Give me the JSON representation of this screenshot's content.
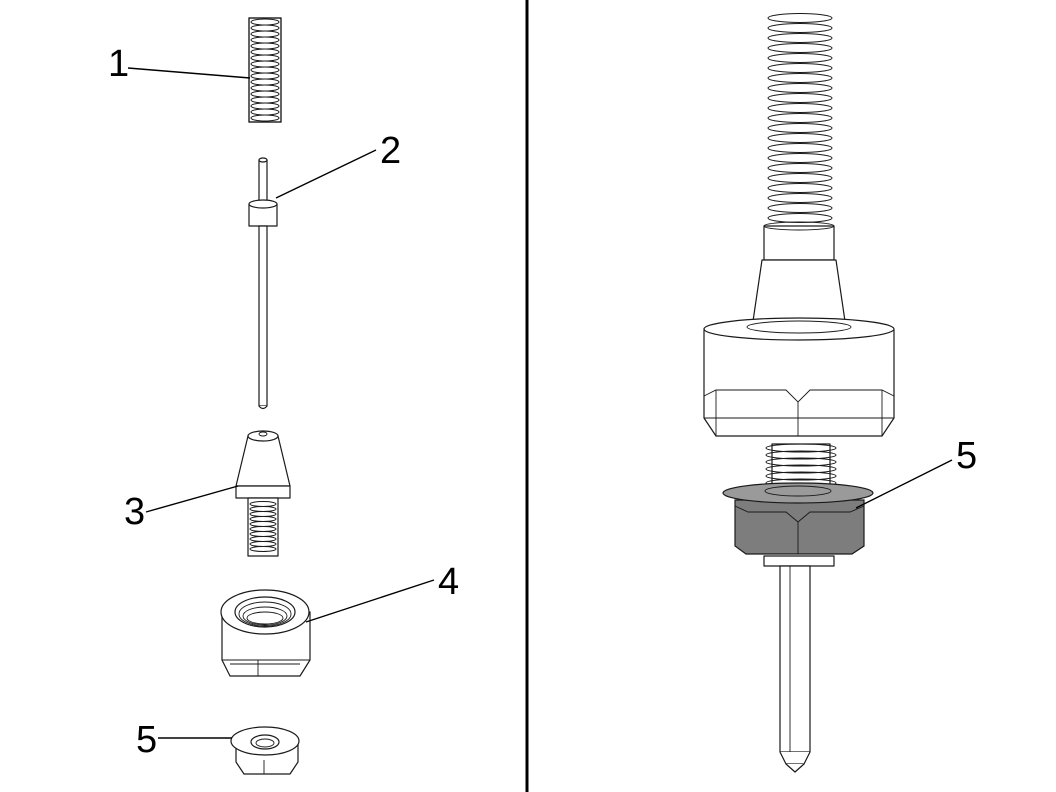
{
  "callouts": {
    "c1": "1",
    "c2": "2",
    "c3": "3",
    "c4": "4",
    "c5_left": "5",
    "c5_right": "5"
  },
  "parts": [
    {
      "id": "1",
      "icon": "compression-spring"
    },
    {
      "id": "2",
      "icon": "pin-with-collar"
    },
    {
      "id": "3",
      "icon": "tapered-threaded-body"
    },
    {
      "id": "4",
      "icon": "hex-nut"
    },
    {
      "id": "5",
      "icon": "flanged-hex-nut"
    }
  ],
  "colors": {
    "background": "#ffffff",
    "line": "#000000",
    "highlight_part": "#8c8c8c"
  }
}
